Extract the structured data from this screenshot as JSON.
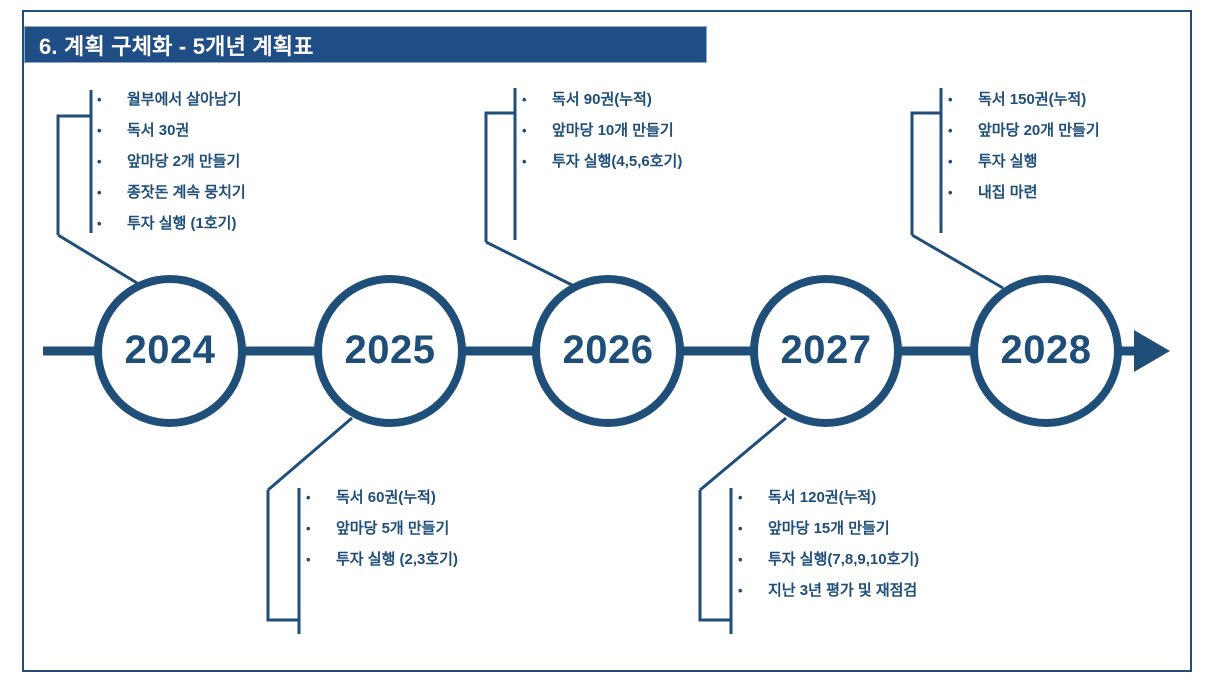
{
  "slide": {
    "title": "6. 계획 구체화 - 5개년 계획표",
    "accent_color": "#1F4E79",
    "title_bar_color": "#1F4E87",
    "background_color": "#FFFFFF"
  },
  "timeline": {
    "arrow_direction": "right",
    "milestones": [
      {
        "year": "2024",
        "callout_position": "above",
        "items": [
          "월부에서 살아남기",
          "독서 30권",
          "앞마당 2개 만들기",
          "종잣돈 계속 뭉치기",
          "투자 실행 (1호기)"
        ]
      },
      {
        "year": "2025",
        "callout_position": "below",
        "items": [
          "독서 60권(누적)",
          "앞마당 5개 만들기",
          "투자 실행 (2,3호기)"
        ]
      },
      {
        "year": "2026",
        "callout_position": "above",
        "items": [
          "독서 90권(누적)",
          "앞마당 10개 만들기",
          "투자 실행(4,5,6호기)"
        ]
      },
      {
        "year": "2027",
        "callout_position": "below",
        "items": [
          "독서 120권(누적)",
          "앞마당 15개 만들기",
          "투자 실행(7,8,9,10호기)",
          "지난 3년 평가 및 재점검"
        ]
      },
      {
        "year": "2028",
        "callout_position": "above",
        "items": [
          "독서 150권(누적)",
          "앞마당 20개 만들기",
          "투자 실행",
          "내집 마련"
        ]
      }
    ]
  },
  "bullet_glyph": "•"
}
